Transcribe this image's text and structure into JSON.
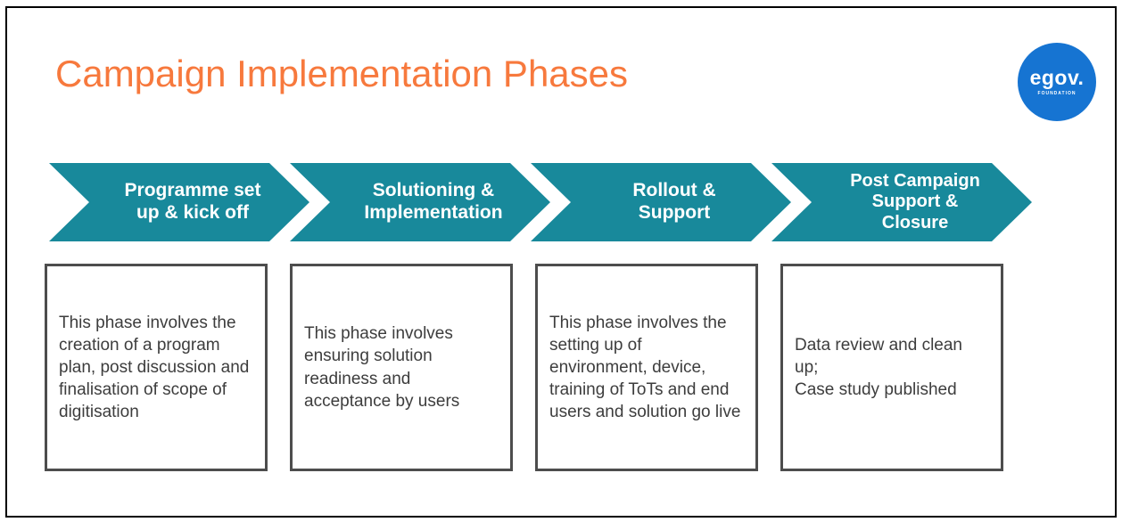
{
  "title": "Campaign Implementation Phases",
  "logo": {
    "brand": "egov.",
    "sub": "FOUNDATION"
  },
  "colors": {
    "title": "#F7793D",
    "arrow": "#18899B",
    "logo_bg": "#1674D2",
    "box_border": "#4D4D4D",
    "box_text": "#3D3D3D"
  },
  "phases": [
    {
      "label": "Programme set\nup & kick off",
      "description": "This phase involves the creation of a program plan, post discussion and finalisation of scope of digitisation"
    },
    {
      "label": "Solutioning &\nImplementation",
      "description": "This phase involves ensuring solution readiness and acceptance by users"
    },
    {
      "label": "Rollout &\nSupport",
      "description": "This phase involves the setting up of environment, device, training of ToTs and end users and solution go live"
    },
    {
      "label": "Post Campaign\nSupport &\nClosure",
      "description": "Data review and clean up;\nCase study published"
    }
  ]
}
